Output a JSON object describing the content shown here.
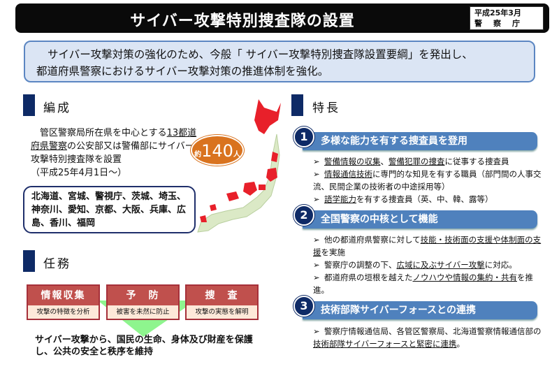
{
  "header": {
    "title": "サイバー攻撃特別捜査隊の設置",
    "date": "平成25年3月",
    "agency": "警察庁"
  },
  "summary": {
    "line1": "サイバー攻撃対策の強化のため、今般「 サイバー攻撃特別捜査隊設置要綱」を発出し、",
    "line2": "都道府県警察におけるサイバー攻撃対策の推進体制を強化。"
  },
  "organization": {
    "heading": "編成",
    "text_a": "管区警察局所在県を中心とする",
    "text_b": "13都道府県警察",
    "text_c": "の公安部又は警備部にサイバー攻撃特別捜査隊を設置",
    "text_d": "（平成25年4月1日～）",
    "prefectures": "北海道、宮城、警視庁、茨城、埼玉、神奈川、愛知、京都、大阪、兵庫、広島、香川、福岡",
    "badge_prefix": "約",
    "badge_number": "140",
    "badge_suffix": "人"
  },
  "mission": {
    "heading": "任務",
    "tasks": [
      {
        "title": "情報収集",
        "desc": "攻撃の特徴を分析"
      },
      {
        "title": "予　防",
        "desc": "被害を未然に防止"
      },
      {
        "title": "捜　査",
        "desc": "攻撃の実態を解明"
      }
    ],
    "goal": "サイバー攻撃から、国民の生命、身体及び財産を保護し、公共の安全と秩序を維持"
  },
  "features": {
    "heading": "特長",
    "sections": [
      {
        "num": "1",
        "title": "多様な能力を有する捜査員を登用",
        "items": [
          [
            {
              "t": "警備情報の収集",
              "u": true
            },
            {
              "t": "、"
            },
            {
              "t": "警備犯罪の捜査",
              "u": true
            },
            {
              "t": "に従事する捜査員"
            }
          ],
          [
            {
              "t": "情報通信技術",
              "u": true
            },
            {
              "t": "に専門的な知見を有する職員（部門間の人事交流、民間企業の技術者の中途採用等）"
            }
          ],
          [
            {
              "t": "語学能力",
              "u": true
            },
            {
              "t": "を有する捜査員（英、中、韓、露等）"
            }
          ]
        ]
      },
      {
        "num": "2",
        "title": "全国警察の中核として機能",
        "items": [
          [
            {
              "t": "他の都道府県警察に対して"
            },
            {
              "t": "技能・技術面の支援や体制面の支援",
              "u": true
            },
            {
              "t": "を実施"
            }
          ],
          [
            {
              "t": "警察庁の調整の下、"
            },
            {
              "t": "広域に及ぶサイバー攻撃",
              "u": true
            },
            {
              "t": "に対応。"
            }
          ],
          [
            {
              "t": "都道府県の垣根を越えた"
            },
            {
              "t": "ノウハウや情報の集約・共有",
              "u": true
            },
            {
              "t": "を推進。"
            }
          ]
        ]
      },
      {
        "num": "3",
        "title": "技術部隊サイバーフォースとの連携",
        "items": [
          [
            {
              "t": "警察庁情報通信局、各管区警察局、北海道警察情報通信部の"
            },
            {
              "t": "技術部隊サイバーフォースと緊密に連携",
              "u": true
            },
            {
              "t": "。"
            }
          ]
        ]
      }
    ]
  },
  "colors": {
    "navy": "#0e2a66",
    "pill": "#4f81bd",
    "task": "#c0504d",
    "badge": "#d9731f",
    "map_red": "#e8202a",
    "map_green": "#dbe9c6"
  }
}
